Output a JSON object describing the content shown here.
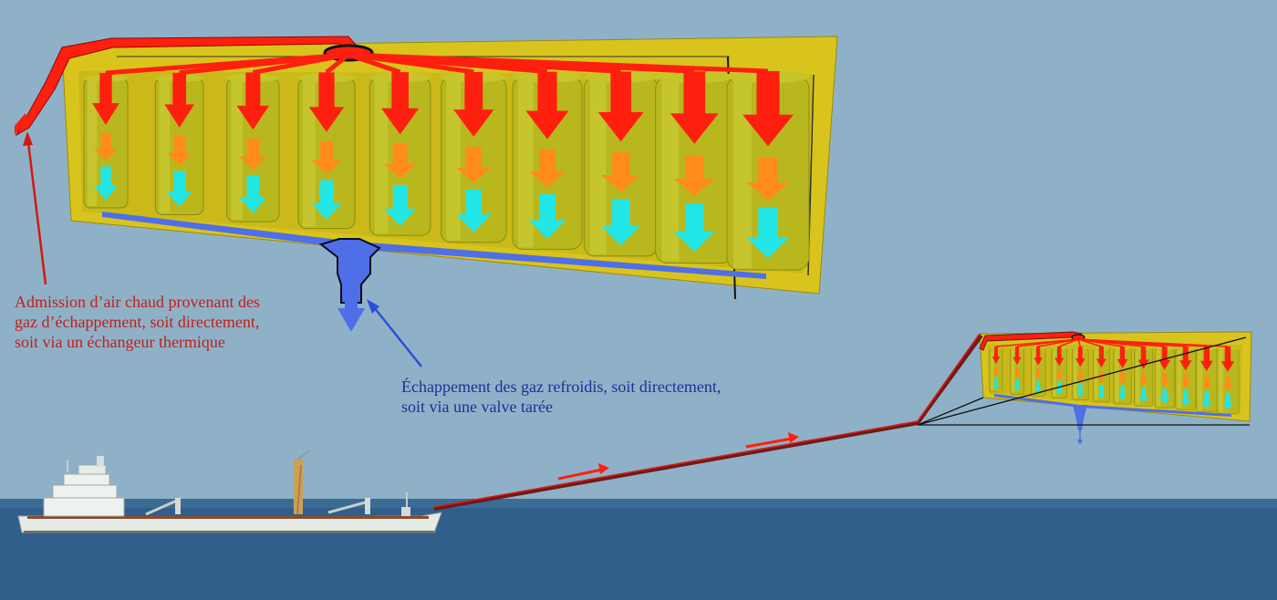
{
  "annotations": {
    "intake": "Admission d’air chaud provenant des\ngaz d’échappement, soit directement,\nsoit via un échangeur thermique",
    "exhaust": "Échappement des gaz refroidis, soit directement,\n soit via une valve tarée"
  },
  "colors": {
    "sky": "#8fb1c8",
    "sea": "#2f5f8a",
    "container": "#d4c21a",
    "cylinder": "#b8b81e",
    "hot_air": "#ff1f0f",
    "warm_air": "#ff8c1a",
    "cool_air": "#22e6e6",
    "exhaust": "#4f6fe8",
    "intake_text": "#c0201a",
    "exhaust_text": "#1d2f9a",
    "ship_hull": "#e4ebe6",
    "tether": "#6e1a1a"
  },
  "icons": {
    "down_arrow": "down-arrow-icon",
    "ship": "cargo-ship-icon"
  },
  "main_module": {
    "cylinder_count": 10
  },
  "mini_module": {
    "cylinder_count": 12
  }
}
